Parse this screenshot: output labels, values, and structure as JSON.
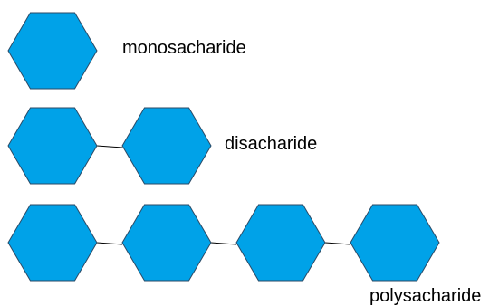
{
  "colors": {
    "hexagon_fill": "#00a2e8",
    "hexagon_stroke": "#2b4a66",
    "bond_stroke": "#000000",
    "label_text": "#000000"
  },
  "rows": [
    {
      "id": "mono",
      "label": "monosacharide",
      "hexagon_count": 1
    },
    {
      "id": "di",
      "label": "disacharide",
      "hexagon_count": 2
    },
    {
      "id": "poly",
      "label": "polysacharide",
      "hexagon_count": 4
    }
  ]
}
